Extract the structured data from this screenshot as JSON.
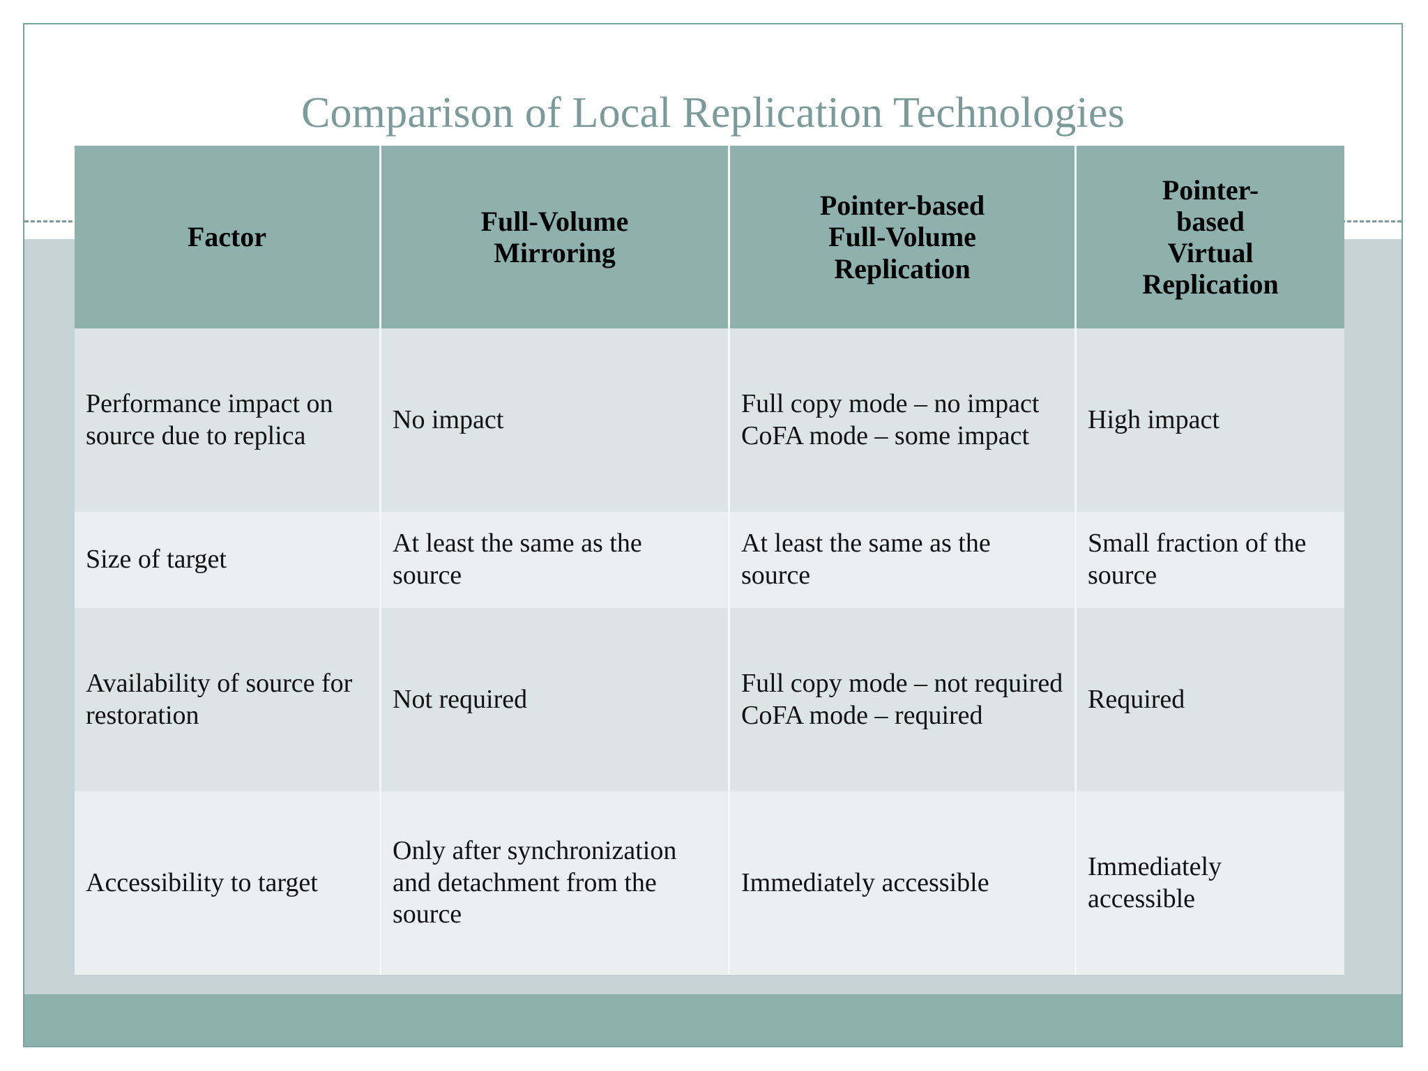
{
  "slide": {
    "title": "Comparison of Local Replication Technologies",
    "accent_color": "#7b9a99",
    "header_fill": "#8fb1ae",
    "band_fill": "#c5d2d6",
    "footer_fill": "#8cb0ac",
    "row_fill_a": "#dde4e6",
    "row_fill_b": "#eceff0"
  },
  "table": {
    "headers": [
      "Factor",
      "Full-Volume\nMirroring",
      "Pointer-based\nFull-Volume\nReplication",
      "Pointer-\nbased\nVirtual\nReplication"
    ],
    "rows": [
      {
        "factor": "Performance impact on source due to replica",
        "full_volume_mirroring": "No impact",
        "pointer_based_full_volume": "Full copy mode – no impact\nCoFA mode – some impact",
        "pointer_based_virtual": "High impact"
      },
      {
        "factor": "Size of target",
        "full_volume_mirroring": "At least the same as the source",
        "pointer_based_full_volume": "At least the same as the source",
        "pointer_based_virtual": "Small fraction of the source"
      },
      {
        "factor": "Availability of source for restoration",
        "full_volume_mirroring": "Not required",
        "pointer_based_full_volume": "Full copy mode – not required\nCoFA mode – required",
        "pointer_based_virtual": "Required"
      },
      {
        "factor": "Accessibility to target",
        "full_volume_mirroring": "Only after synchronization and detachment from the source",
        "pointer_based_full_volume": "Immediately accessible",
        "pointer_based_virtual": "Immediately accessible"
      }
    ]
  }
}
